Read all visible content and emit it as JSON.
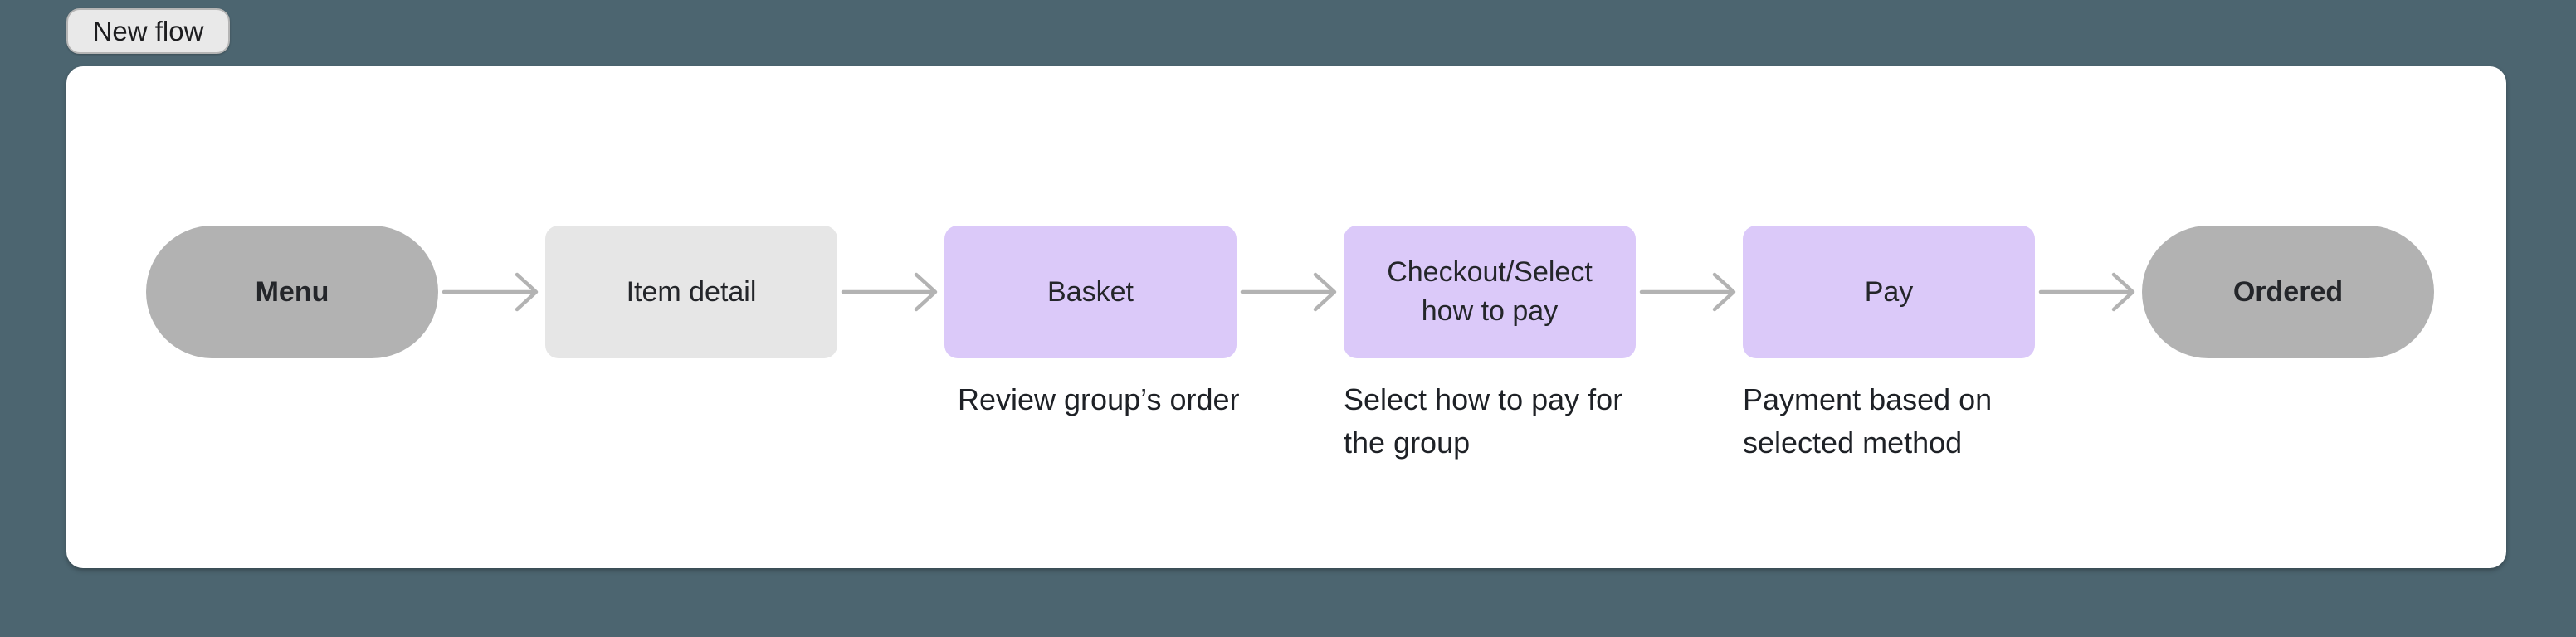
{
  "toolbar": {
    "new_flow_label": "New flow"
  },
  "flow": {
    "nodes": [
      {
        "label": "Menu",
        "shape": "pill",
        "caption": ""
      },
      {
        "label": "Item detail",
        "shape": "rect-gray",
        "caption": ""
      },
      {
        "label": "Basket",
        "shape": "rect-purple",
        "caption": "Review group’s order"
      },
      {
        "label": "Checkout/Select\nhow to pay",
        "shape": "rect-purple",
        "caption": "Select how to pay for\nthe group"
      },
      {
        "label": "Pay",
        "shape": "rect-purple",
        "caption": "Payment based on\nselected method"
      },
      {
        "label": "Ordered",
        "shape": "pill",
        "caption": ""
      }
    ],
    "edges": [
      {
        "from": "Menu",
        "to": "Item detail"
      },
      {
        "from": "Item detail",
        "to": "Basket"
      },
      {
        "from": "Basket",
        "to": "Checkout/Select how to pay"
      },
      {
        "from": "Checkout/Select how to pay",
        "to": "Pay"
      },
      {
        "from": "Pay",
        "to": "Ordered"
      }
    ]
  },
  "colors": {
    "background": "#4c6570",
    "card": "#ffffff",
    "node_pill_gray": "#b2b2b2",
    "node_rect_gray": "#e6e6e6",
    "node_rect_purple": "#dbc9f9",
    "arrow": "#b3b3b3",
    "button_fill": "#e9e9e9",
    "button_border": "#b5b5b5",
    "text_dark": "#24262a"
  }
}
